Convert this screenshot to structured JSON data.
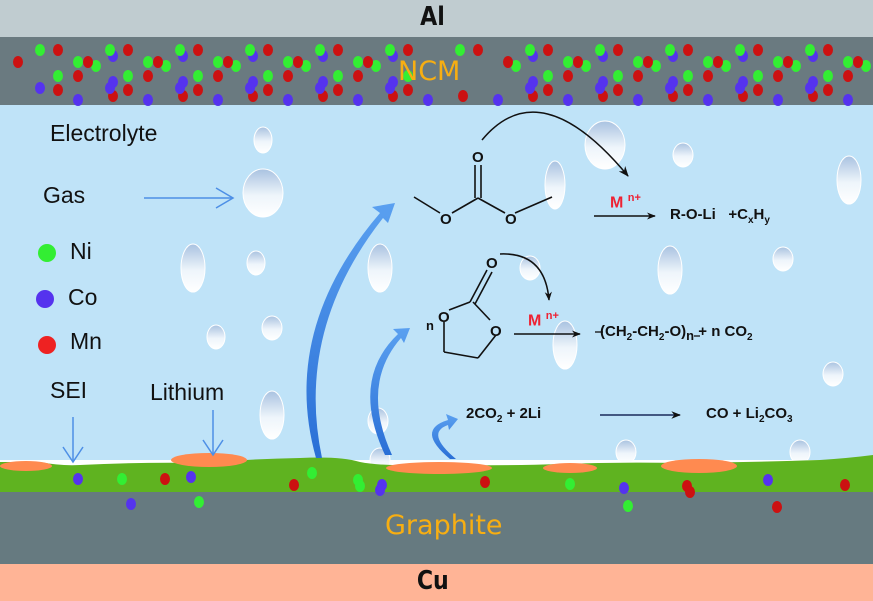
{
  "layers": {
    "top_collector": "Al",
    "cathode": "NCM",
    "electrolyte": "Electrolyte",
    "anode": "Graphite",
    "bottom_collector": "Cu"
  },
  "legend": {
    "gas": "Gas",
    "items": [
      {
        "label": "Ni",
        "color": "#33ee33"
      },
      {
        "label": "Co",
        "color": "#5533ee"
      },
      {
        "label": "Mn",
        "color": "#dd1111"
      }
    ]
  },
  "annotations": {
    "sei": "SEI",
    "lithium": "Lithium"
  },
  "reactions": {
    "r1": {
      "catalyst": "M",
      "catalyst_sup": "n+",
      "product": "R-O-Li",
      "byproduct_prefix": "+C",
      "byproduct_sub1": "x",
      "byproduct_mid": "H",
      "byproduct_sub2": "y"
    },
    "r2": {
      "reactant_coef": "n",
      "catalyst": "M",
      "catalyst_sup": "n+",
      "p_open": "(CH",
      "p_sub1": "2",
      "p_mid": "-CH",
      "p_sub2": "2",
      "p_close": "-O)",
      "p_n": "n",
      "p_rest": " + n CO",
      "p_sub3": "2"
    },
    "r3": {
      "left_a": "2CO",
      "left_sub": "2",
      "left_b": " + 2Li",
      "right_a": "CO + Li",
      "right_sub": "2",
      "right_b": "CO",
      "right_sub2": "3"
    }
  },
  "colors": {
    "al": "#c0ccd0",
    "ncm": "#6a7a80",
    "electrolyte": "#bfe3f8",
    "sei": "#5fb320",
    "lithium": "#ff8a50",
    "graphite": "#667a80",
    "cu": "#ffb496",
    "label_orange": "#f7ae12",
    "arrow_blue": "#3f86e8",
    "mn_red": "#ee2233"
  }
}
